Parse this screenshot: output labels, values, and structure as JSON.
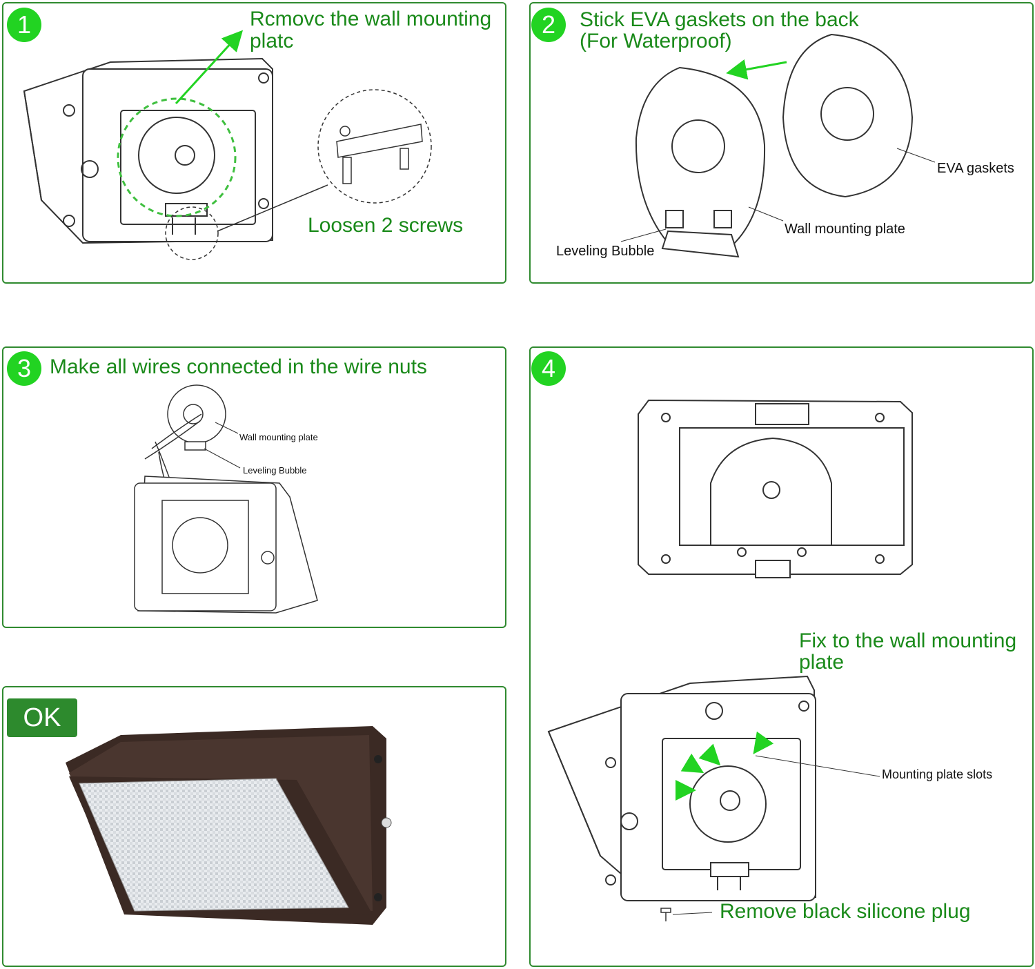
{
  "steps": {
    "s1": {
      "number": "1",
      "title": "Rcmovc the wall mounting platc",
      "callout": "Loosen 2 screws"
    },
    "s2": {
      "number": "2",
      "title_line1": "Stick EVA gaskets on the back",
      "title_line2": "(For Waterproof)",
      "labels": {
        "eva": "EVA gaskets",
        "plate": "Wall mounting plate",
        "bubble": "Leveling Bubble"
      }
    },
    "s3": {
      "number": "3",
      "title": "Make all wires connected in the wire nuts",
      "labels": {
        "plate": "Wall mounting plate",
        "bubble": "Leveling Bubble"
      }
    },
    "s4": {
      "number": "4",
      "title_line1": "Fix to the wall mounting",
      "title_line2": "plate",
      "labels": {
        "slots": "Mounting plate slots"
      },
      "callout": "Remove black silicone plug"
    },
    "ok": {
      "label": "OK"
    }
  },
  "icons": [
    "numbered-badge",
    "arrow-icon",
    "screw-icon",
    "wall-pack-light-illustration",
    "mounting-plate-illustration"
  ],
  "colors": {
    "accent_green": "#22d322",
    "text_green": "#1a8a1a",
    "border_green": "#2f8a2f",
    "ok_green": "#2d8a2d",
    "fixture_bronze": "#3b2a24"
  }
}
